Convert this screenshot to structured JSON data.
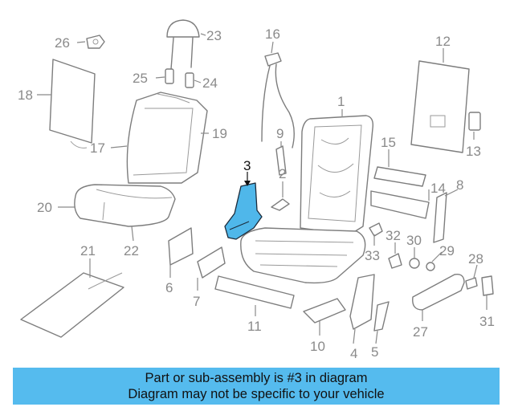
{
  "callouts": {
    "c1": "1",
    "c2": "2",
    "c3": "3",
    "c4": "4",
    "c5": "5",
    "c6": "6",
    "c7": "7",
    "c8": "8",
    "c9": "9",
    "c10": "10",
    "c11": "11",
    "c12": "12",
    "c13": "13",
    "c14": "14",
    "c15": "15",
    "c16": "16",
    "c17": "17",
    "c18": "18",
    "c19": "19",
    "c20": "20",
    "c21": "21",
    "c22": "22",
    "c23": "23",
    "c24": "24",
    "c25": "25",
    "c26": "26",
    "c27": "27",
    "c28": "28",
    "c29": "29",
    "c30": "30",
    "c31": "31",
    "c32": "32",
    "c33": "33"
  },
  "highlight_color": "#4fb7ea",
  "caption": {
    "line1": "Part or sub-assembly is #3 in diagram",
    "line2": "Diagram may not be specific to your vehicle",
    "background": "#55bbee"
  }
}
